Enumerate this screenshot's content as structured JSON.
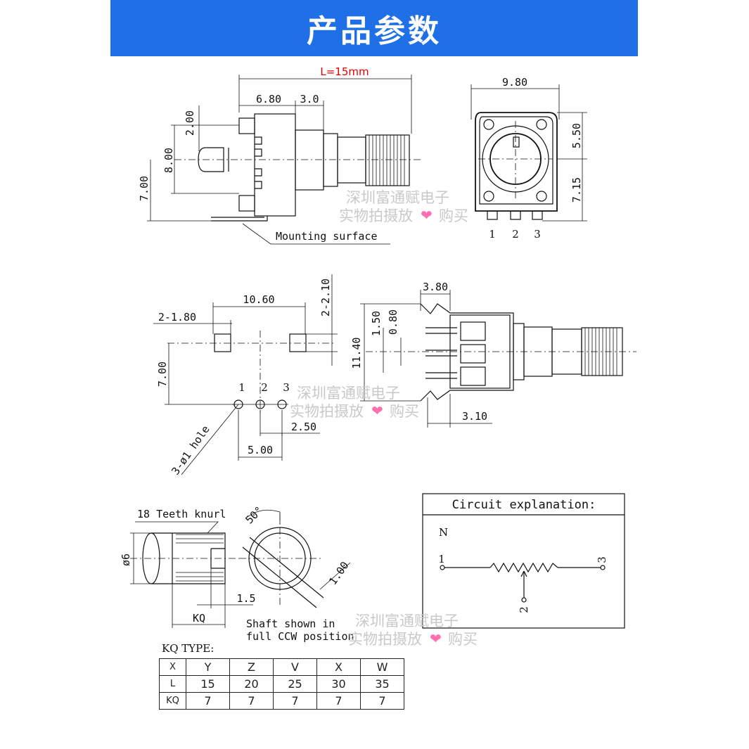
{
  "banner": {
    "title": "产品参数",
    "color": "#1f6fe6"
  },
  "top_side_view": {
    "length_label": "L=15mm",
    "dims": [
      "6.80",
      "3.0",
      "2.00",
      "8.00",
      "7.00"
    ],
    "mounting_label": "Mounting surface"
  },
  "top_front_view": {
    "dims": [
      "9.80",
      "5.50",
      "7.15"
    ],
    "pins": [
      "1",
      "2",
      "3"
    ]
  },
  "footprint_view": {
    "dims": [
      "10.60",
      "2-1.80",
      "2-2.10",
      "7.00",
      "2.50",
      "5.00"
    ],
    "pins": [
      "1",
      "2",
      "3"
    ],
    "hole_label": "3-ø1 hole"
  },
  "pin_side_view": {
    "dims": [
      "3.80",
      "1.50",
      "0.80",
      "11.40",
      "3.10"
    ]
  },
  "shaft_view": {
    "knurl_label": "18 Teeth knurl",
    "diameter_label": "ø6",
    "dims": [
      "1.5",
      "KQ"
    ],
    "angle_label": "50°",
    "flat_label": "1.00",
    "note_line1": "Shaft shown in",
    "note_line2": "full CCW position"
  },
  "circuit": {
    "title": "Circuit explanation:",
    "type_label": "N",
    "pins": [
      "1",
      "2",
      "3"
    ]
  },
  "watermark": {
    "line1": "深圳富通赋电子",
    "line2_a": "实物拍摄放",
    "heart": "❤",
    "line2_b": "购买"
  },
  "kq_type": {
    "label": "KQ TYPE:",
    "rows": [
      [
        "X",
        "Y",
        "Z",
        "V",
        "X",
        "W"
      ],
      [
        "L",
        "15",
        "20",
        "25",
        "30",
        "35"
      ],
      [
        "KQ",
        "7",
        "7",
        "7",
        "7",
        "7"
      ]
    ]
  },
  "colors": {
    "banner": "#1f6fe6",
    "length_label": "#e60000",
    "watermark": "#c9c9c9",
    "heart": "#ff6fb1"
  }
}
